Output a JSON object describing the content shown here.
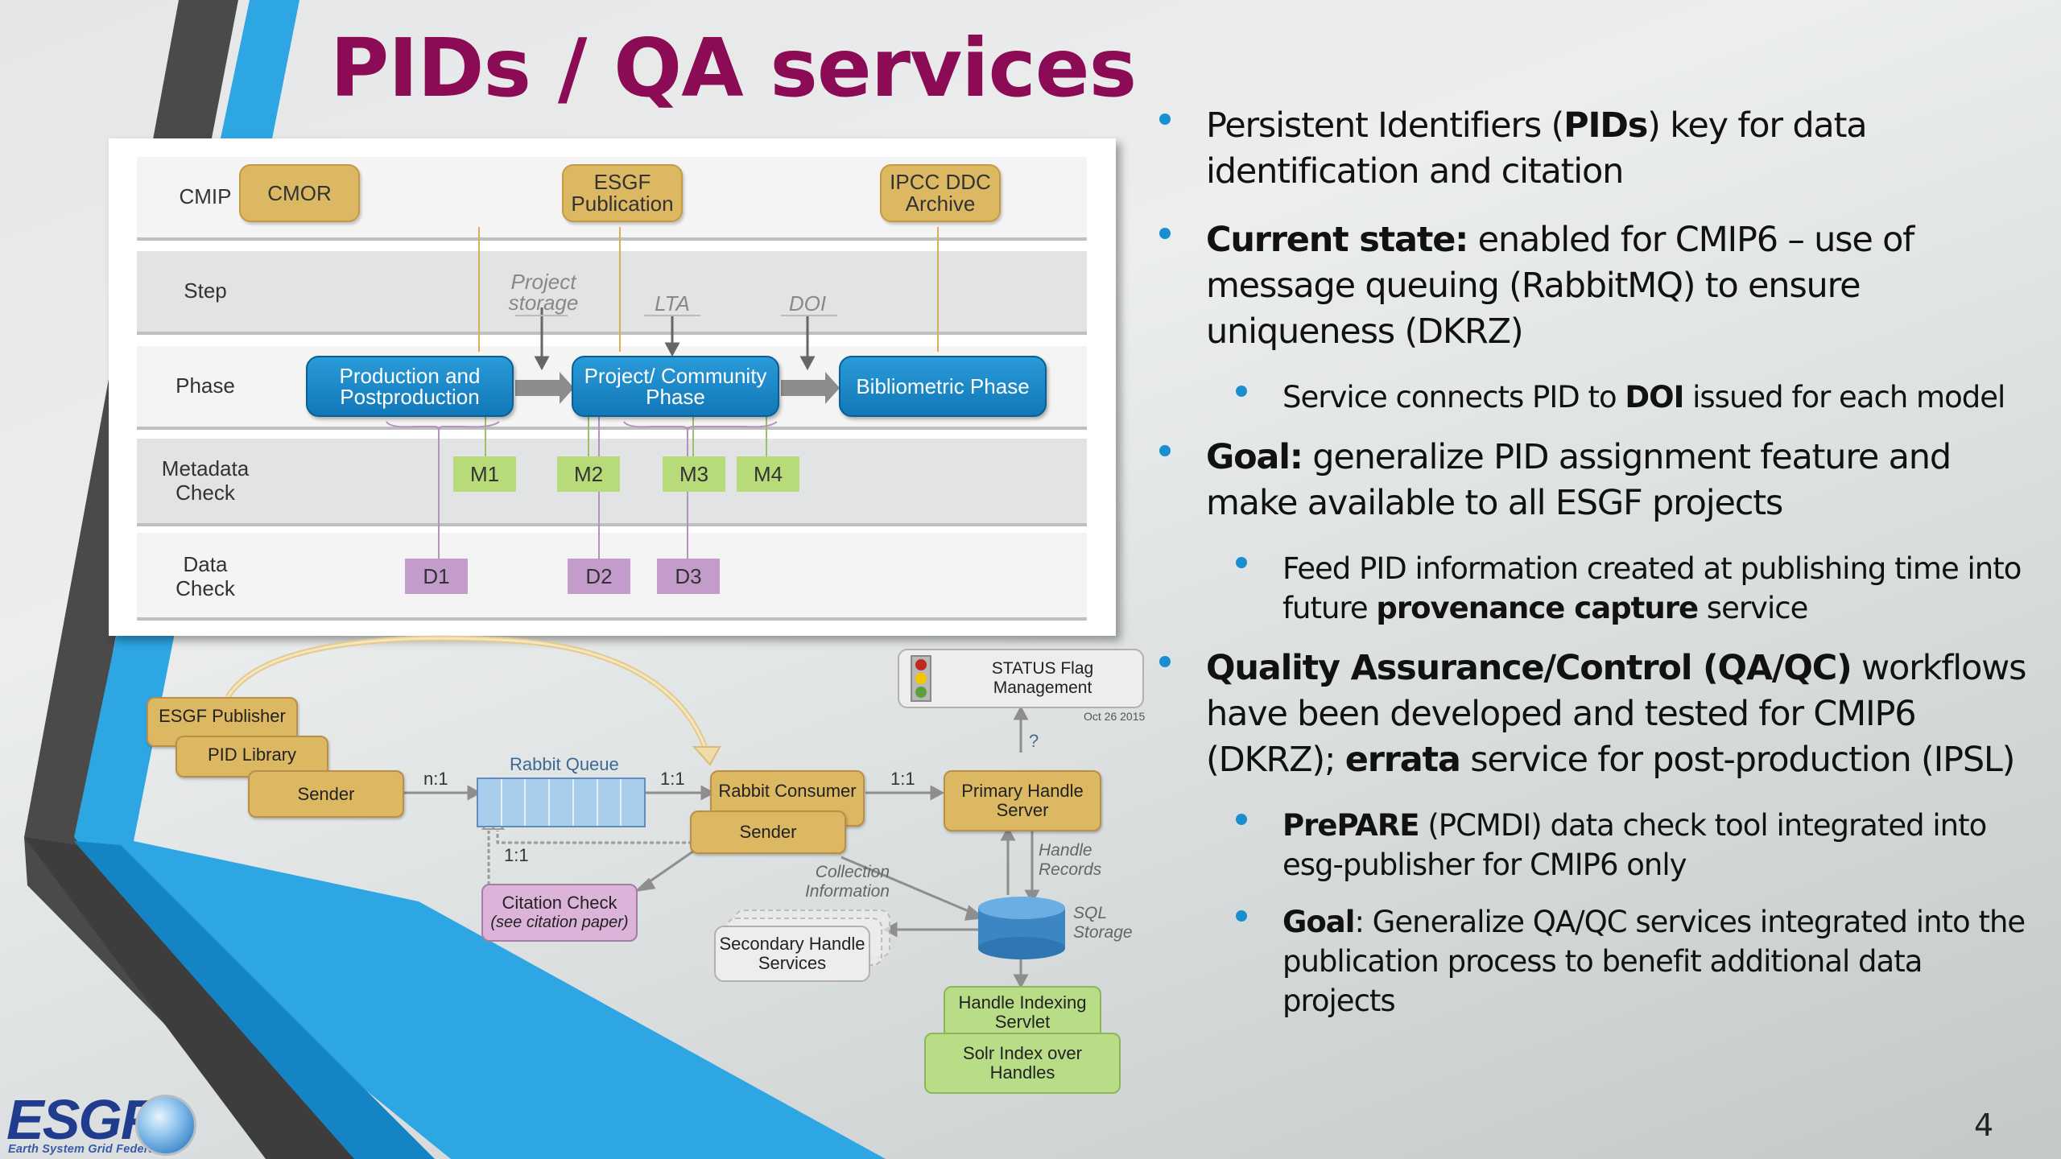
{
  "slide": {
    "title": "PIDs / QA services",
    "page_number": "4",
    "logo": {
      "text": "ESGF",
      "subtitle": "Earth System Grid Federation",
      "icon": "globe-icon"
    }
  },
  "workflow_diagram": {
    "lanes": [
      {
        "label": "CMIP"
      },
      {
        "label": "Step"
      },
      {
        "label": "Phase"
      },
      {
        "label": "Metadata\nCheck"
      },
      {
        "label": "Data\nCheck"
      }
    ],
    "cmip_boxes": [
      "CMOR",
      "ESGF\nPublication",
      "IPCC DDC\nArchive"
    ],
    "steps": [
      "Project\nstorage",
      "LTA",
      "DOI"
    ],
    "phases": [
      "Production and\nPostproduction",
      "Project/ Community\nPhase",
      "Bibliometric Phase"
    ],
    "metadata_checks": [
      "M1",
      "M2",
      "M3",
      "M4"
    ],
    "data_checks": [
      "D1",
      "D2",
      "D3"
    ]
  },
  "pid_architecture": {
    "publisher_stack": [
      "ESGF Publisher",
      "PID Library",
      "Sender"
    ],
    "queue_label": "Rabbit Queue",
    "ratio_n1": "n:1",
    "ratio_queue_out": "1:1",
    "ratio_consumer_out": "1:1",
    "ratio_feedback": "1:1",
    "consumer_stack": [
      "Rabbit Consumer",
      "Sender"
    ],
    "citation_check": {
      "title": "Citation Check",
      "note": "(see citation paper)"
    },
    "primary_handle_server": "Primary Handle\nServer",
    "status_flag": {
      "label": "STATUS Flag Management",
      "date": "Oct 26 2015",
      "icon": "traffic-light-icon"
    },
    "question_mark": "?",
    "handle_records": "Handle\nRecords",
    "collection_info": "Collection\nInformation",
    "sql_storage": "SQL\nStorage",
    "secondary_handle": "Secondary Handle\nServices",
    "handle_indexing": "Handle Indexing\nServlet",
    "solr_index": "Solr Index over\nHandles"
  },
  "bullets": [
    {
      "level": 1,
      "segments": [
        {
          "t": "Persistent Identifiers ("
        },
        {
          "t": "PIDs",
          "b": true
        },
        {
          "t": ") key for data identification and citation"
        }
      ]
    },
    {
      "level": 1,
      "segments": [
        {
          "t": "Current state:",
          "b": true
        },
        {
          "t": "  enabled for CMIP6 – use of message queuing (RabbitMQ) to ensure uniqueness (DKRZ)"
        }
      ]
    },
    {
      "level": 2,
      "segments": [
        {
          "t": "Service connects PID to "
        },
        {
          "t": "DOI",
          "b": true
        },
        {
          "t": " issued for each model"
        }
      ]
    },
    {
      "level": 1,
      "segments": [
        {
          "t": "Goal:",
          "b": true
        },
        {
          "t": " generalize PID assignment feature and make available to all ESGF projects"
        }
      ]
    },
    {
      "level": 2,
      "segments": [
        {
          "t": "Feed PID information created at publishing time into future "
        },
        {
          "t": "provenance capture",
          "b": true
        },
        {
          "t": " service"
        }
      ]
    },
    {
      "level": 1,
      "segments": [
        {
          "t": "Quality Assurance/Control (QA/QC)",
          "b": true
        },
        {
          "t": " workflows have been developed and tested for CMIP6 (DKRZ); "
        },
        {
          "t": "errata",
          "b": true
        },
        {
          "t": " service for post-production (IPSL)"
        }
      ]
    },
    {
      "level": 2,
      "segments": [
        {
          "t": "PrePARE",
          "b": true
        },
        {
          "t": " (PCMDI) data check tool integrated into esg-publisher for CMIP6 only"
        }
      ]
    },
    {
      "level": 2,
      "segments": [
        {
          "t": "Goal",
          "b": true
        },
        {
          "t": ": Generalize QA/QC services integrated into the publication process to benefit additional data projects"
        }
      ]
    }
  ],
  "colors": {
    "title": "#8b0b55",
    "bullet": "#1a8fd0",
    "stripe_blue": "#2ea6e4",
    "stripe_dark": "#454545",
    "phase_blue": "#1a88c8",
    "gold_box": "#ddb862",
    "metadata_green": "#b7db78",
    "data_purple": "#c39ccb"
  }
}
